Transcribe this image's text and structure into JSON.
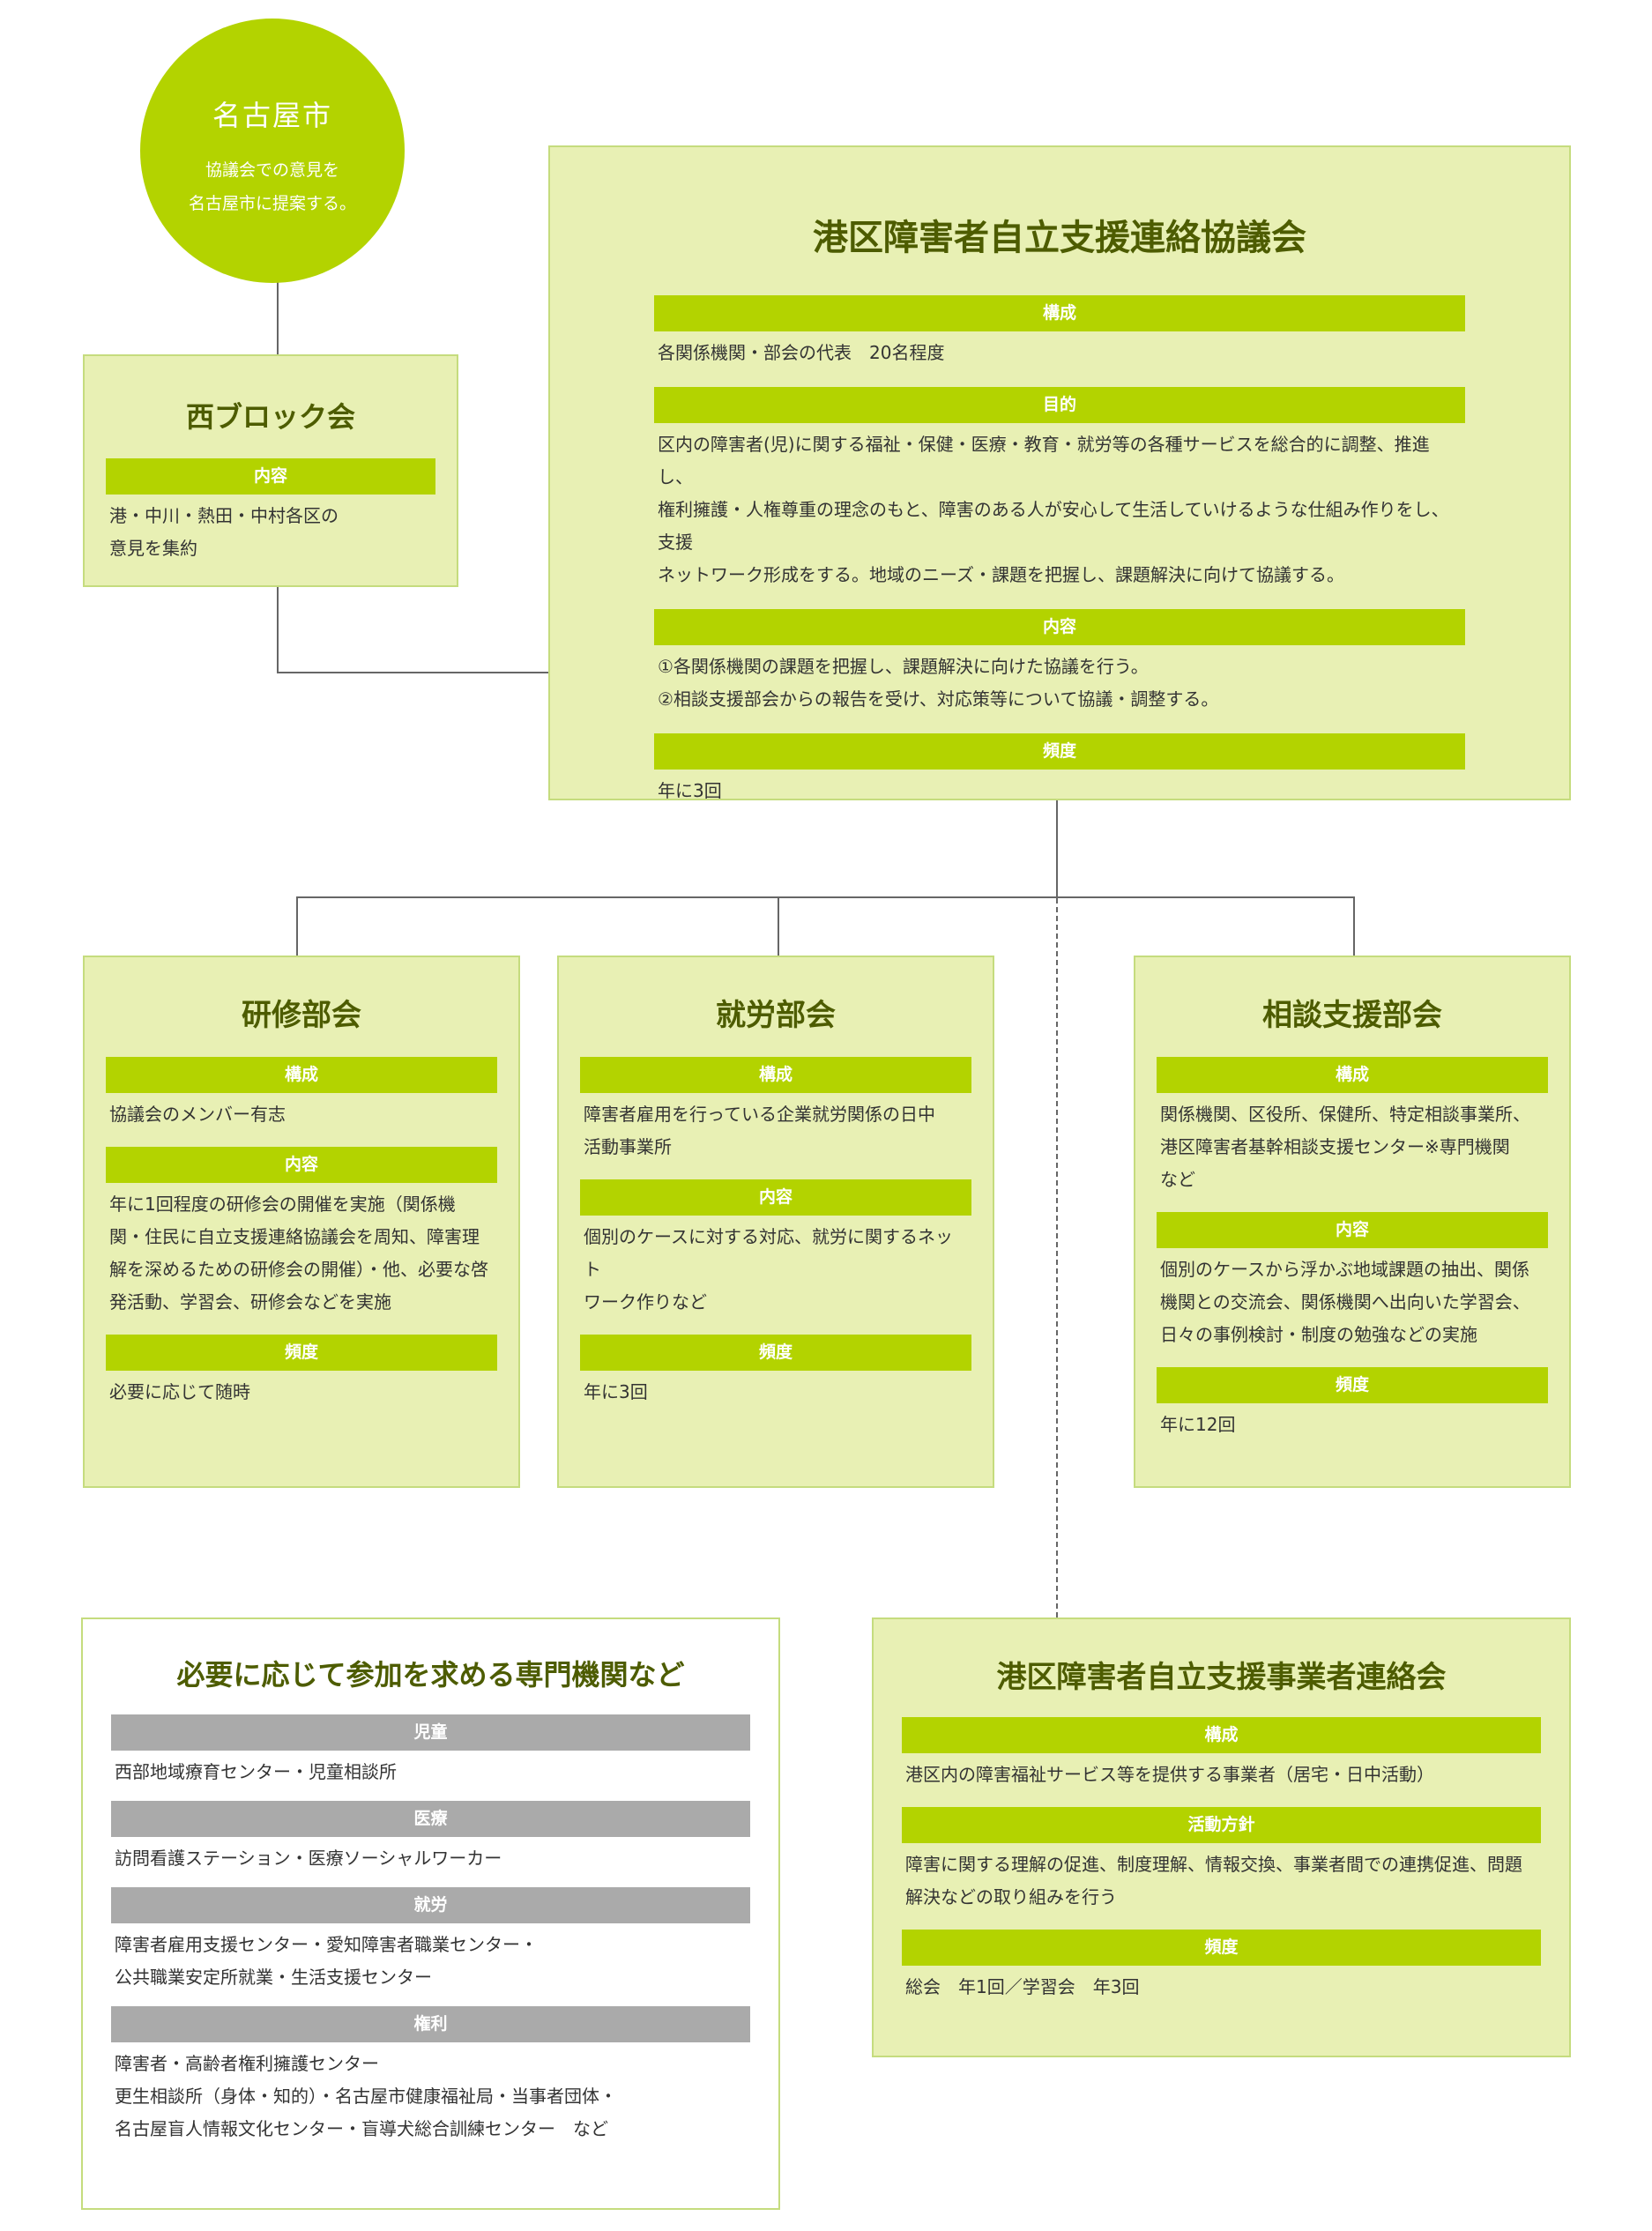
{
  "nagoya": {
    "title": "名古屋市",
    "desc_lines": [
      "協議会での意見を",
      "名古屋市に提案する。"
    ]
  },
  "west_block": {
    "title": "西ブロック会",
    "sections": [
      {
        "label": "内容",
        "lines": [
          "港・中川・熱田・中村各区の",
          "意見を集約"
        ]
      }
    ]
  },
  "main_council": {
    "title": "港区障害者自立支援連絡協議会",
    "sections": [
      {
        "label": "構成",
        "lines": [
          "各関係機関・部会の代表　20名程度"
        ]
      },
      {
        "label": "目的",
        "lines": [
          "区内の障害者(児)に関する福祉・保健・医療・教育・就労等の各種サービスを総合的に調整、推進し、",
          "権利擁護・人権尊重の理念のもと、障害のある人が安心して生活していけるような仕組み作りをし、支援",
          "ネットワーク形成をする。地域のニーズ・課題を把握し、課題解決に向けて協議する。"
        ]
      },
      {
        "label": "内容",
        "lines": [
          "①各関係機関の課題を把握し、課題解決に向けた協議を行う。",
          "②相談支援部会からの報告を受け、対応策等について協議・調整する。"
        ]
      },
      {
        "label": "頻度",
        "lines": [
          "年に3回"
        ]
      }
    ]
  },
  "training": {
    "title": "研修部会",
    "sections": [
      {
        "label": "構成",
        "lines": [
          "協議会のメンバー有志"
        ]
      },
      {
        "label": "内容",
        "lines": [
          "年に1回程度の研修会の開催を実施（関係機",
          "関・住民に自立支援連絡協議会を周知、障害理",
          "解を深めるための研修会の開催）・他、必要な啓",
          "発活動、学習会、研修会などを実施"
        ]
      },
      {
        "label": "頻度",
        "lines": [
          "必要に応じて随時"
        ]
      }
    ]
  },
  "employment": {
    "title": "就労部会",
    "sections": [
      {
        "label": "構成",
        "lines": [
          "障害者雇用を行っている企業就労関係の日中",
          "活動事業所"
        ]
      },
      {
        "label": "内容",
        "lines": [
          "個別のケースに対する対応、就労に関するネット",
          "ワーク作りなど"
        ]
      },
      {
        "label": "頻度",
        "lines": [
          "年に3回"
        ]
      }
    ]
  },
  "consultation": {
    "title": "相談支援部会",
    "sections": [
      {
        "label": "構成",
        "lines": [
          "関係機関、区役所、保健所、特定相談事業所、",
          "港区障害者基幹相談支援センター※専門機関",
          "など"
        ]
      },
      {
        "label": "内容",
        "lines": [
          "個別のケースから浮かぶ地域課題の抽出、関係",
          "機関との交流会、関係機関へ出向いた学習会、",
          "日々の事例検討・制度の勉強などの実施"
        ]
      },
      {
        "label": "頻度",
        "lines": [
          "年に12回"
        ]
      }
    ]
  },
  "specialists": {
    "title": "必要に応じて参加を求める専門機関など",
    "sections": [
      {
        "label": "児童",
        "lines": [
          "西部地域療育センター・児童相談所"
        ]
      },
      {
        "label": "医療",
        "lines": [
          "訪問看護ステーション・医療ソーシャルワーカー"
        ]
      },
      {
        "label": "就労",
        "lines": [
          "障害者雇用支援センター・愛知障害者職業センター・",
          "公共職業安定所就業・生活支援センター"
        ]
      },
      {
        "label": "権利",
        "lines": [
          "障害者・高齢者権利擁護センター",
          "更生相談所（身体・知的）・名古屋市健康福祉局・当事者団体・",
          "名古屋盲人情報文化センター・盲導犬総合訓練センター　など"
        ]
      }
    ]
  },
  "providers": {
    "title": "港区障害者自立支援事業者連絡会",
    "sections": [
      {
        "label": "構成",
        "lines": [
          "港区内の障害福祉サービス等を提供する事業者（居宅・日中活動）"
        ]
      },
      {
        "label": "活動方針",
        "lines": [
          "障害に関する理解の促進、制度理解、情報交換、事業者間での連携促進、問題",
          "解決などの取り組みを行う"
        ]
      },
      {
        "label": "頻度",
        "lines": [
          "総会　年1回／学習会　年3回"
        ]
      }
    ]
  }
}
